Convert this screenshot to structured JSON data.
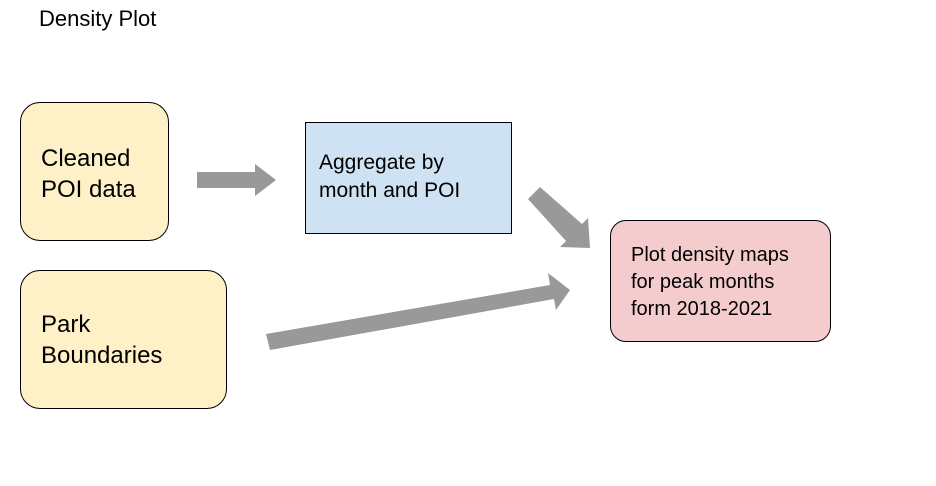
{
  "title": "Density Plot",
  "colors": {
    "input_fill": "#fef1c8",
    "process_fill": "#cfe2f3",
    "output_fill": "#f4ccce",
    "arrow": "#999999",
    "border": "#000000"
  },
  "nodes": {
    "cleaned_poi": {
      "lines": [
        "Cleaned",
        "POI data"
      ]
    },
    "park_boundaries": {
      "lines": [
        "Park",
        "Boundaries"
      ]
    },
    "aggregate": {
      "lines": [
        "Aggregate by",
        "month and POI"
      ]
    },
    "plot": {
      "lines": [
        "Plot density maps",
        "for peak months",
        "form 2018-2021"
      ]
    }
  },
  "edges": [
    {
      "from": "Cleaned POI data",
      "to": "Aggregate by month and POI"
    },
    {
      "from": "Aggregate by month and POI",
      "to": "Plot density maps for peak months form 2018-2021"
    },
    {
      "from": "Park Boundaries",
      "to": "Plot density maps for peak months form 2018-2021"
    }
  ]
}
